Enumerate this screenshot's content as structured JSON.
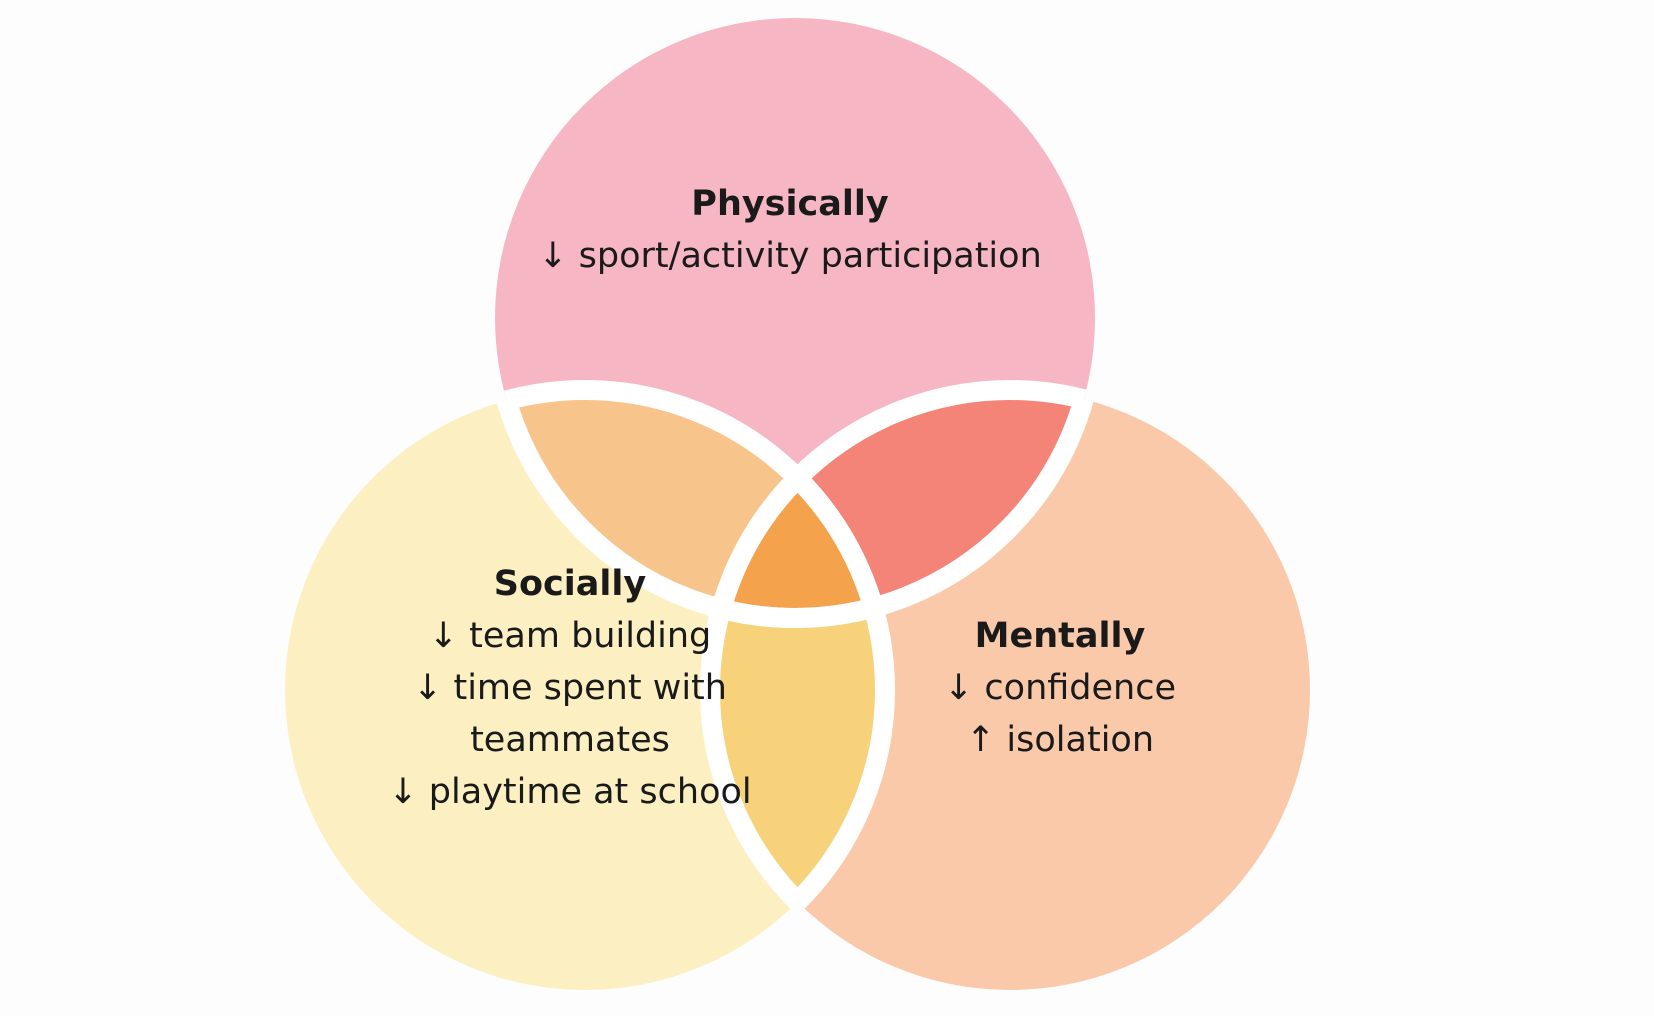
{
  "colors": {
    "background": "#fdfdfd",
    "gap": "#ffffff",
    "physically": "#f6b6c3",
    "socially": "#fcf0c2",
    "mentally": "#f9c9aa",
    "physically_socially": "#f7c48c",
    "physically_mentally": "#f48378",
    "socially_mentally": "#f7d27a",
    "all_three": "#f5a24d",
    "text": "#1a1a1a"
  },
  "sets": {
    "physically": {
      "title": "Physically",
      "lines": [
        "↓ sport/activity participation"
      ]
    },
    "socially": {
      "title": "Socially",
      "lines": [
        "↓ team building",
        "↓ time spent with",
        "teammates",
        "↓ playtime at school"
      ]
    },
    "mentally": {
      "title": "Mentally",
      "lines": [
        "↓ confidence",
        "↑ isolation"
      ]
    }
  }
}
